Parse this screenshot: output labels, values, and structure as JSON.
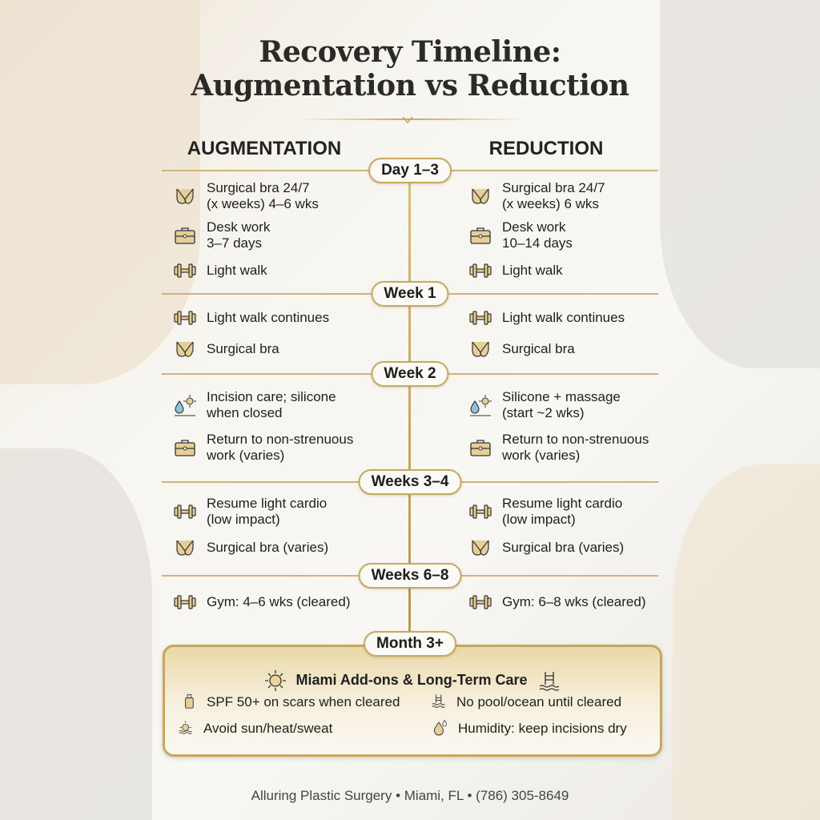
{
  "title": {
    "line1": "Recovery Timeline:",
    "line2": "Augmentation vs Reduction"
  },
  "columns": {
    "left": "AUGMENTATION",
    "right": "REDUCTION"
  },
  "accent_color": "#c9a95e",
  "stages": [
    {
      "label": "Day 1–3",
      "left": [
        {
          "icon": "bra-icon",
          "text": "Surgical bra 24/7\n(x weeks) 4–6 wks"
        },
        {
          "icon": "briefcase-icon",
          "text": "Desk work\n3–7 days"
        },
        {
          "icon": "dumbbell-icon",
          "text": "Light walk"
        }
      ],
      "right": [
        {
          "icon": "bra-icon",
          "text": "Surgical bra 24/7\n(x weeks) 6 wks"
        },
        {
          "icon": "briefcase-icon",
          "text": "Desk work\n10–14 days"
        },
        {
          "icon": "dumbbell-icon",
          "text": "Light walk"
        }
      ]
    },
    {
      "label": "Week 1",
      "left": [
        {
          "icon": "dumbbell-icon",
          "text": "Light walk continues"
        },
        {
          "icon": "bra-icon",
          "text": "Surgical bra"
        }
      ],
      "right": [
        {
          "icon": "dumbbell-icon",
          "text": "Light walk continues"
        },
        {
          "icon": "bra-icon",
          "text": "Surgical bra"
        }
      ]
    },
    {
      "label": "Week 2",
      "left": [
        {
          "icon": "drop-sun-icon",
          "text": "Incision care; silicone\nwhen closed"
        },
        {
          "icon": "briefcase-icon",
          "text": "Return to non-strenuous\nwork (varies)"
        }
      ],
      "right": [
        {
          "icon": "drop-sun-icon",
          "text": "Silicone + massage\n(start ~2 wks)"
        },
        {
          "icon": "briefcase-icon",
          "text": "Return to non-strenuous\nwork (varies)"
        }
      ]
    },
    {
      "label": "Weeks 3–4",
      "left": [
        {
          "icon": "dumbbell-icon",
          "text": "Resume light cardio\n(low impact)"
        },
        {
          "icon": "bra-icon",
          "text": "Surgical bra (varies)"
        }
      ],
      "right": [
        {
          "icon": "dumbbell-icon",
          "text": "Resume light cardio\n(low impact)"
        },
        {
          "icon": "bra-icon",
          "text": "Surgical bra (varies)"
        }
      ]
    },
    {
      "label": "Weeks 6–8",
      "left": [
        {
          "icon": "dumbbell-icon",
          "text": "Gym: 4–6 wks (cleared)"
        }
      ],
      "right": [
        {
          "icon": "dumbbell-icon",
          "text": "Gym: 6–8 wks (cleared)"
        }
      ]
    }
  ],
  "month3": {
    "label": "Month 3+",
    "title": "Miami Add-ons & Long-Term Care",
    "items": [
      {
        "icon": "sunscreen-icon",
        "text": "SPF 50+ on scars when cleared"
      },
      {
        "icon": "pool-icon",
        "text": "No pool/ocean until cleared"
      },
      {
        "icon": "sun-heat-icon",
        "text": "Avoid sun/heat/sweat"
      },
      {
        "icon": "humidity-drops-icon",
        "text": "Humidity: keep incisions dry"
      }
    ]
  },
  "footer": "Alluring Plastic Surgery  •  Miami, FL  •  (786) 305-8649"
}
